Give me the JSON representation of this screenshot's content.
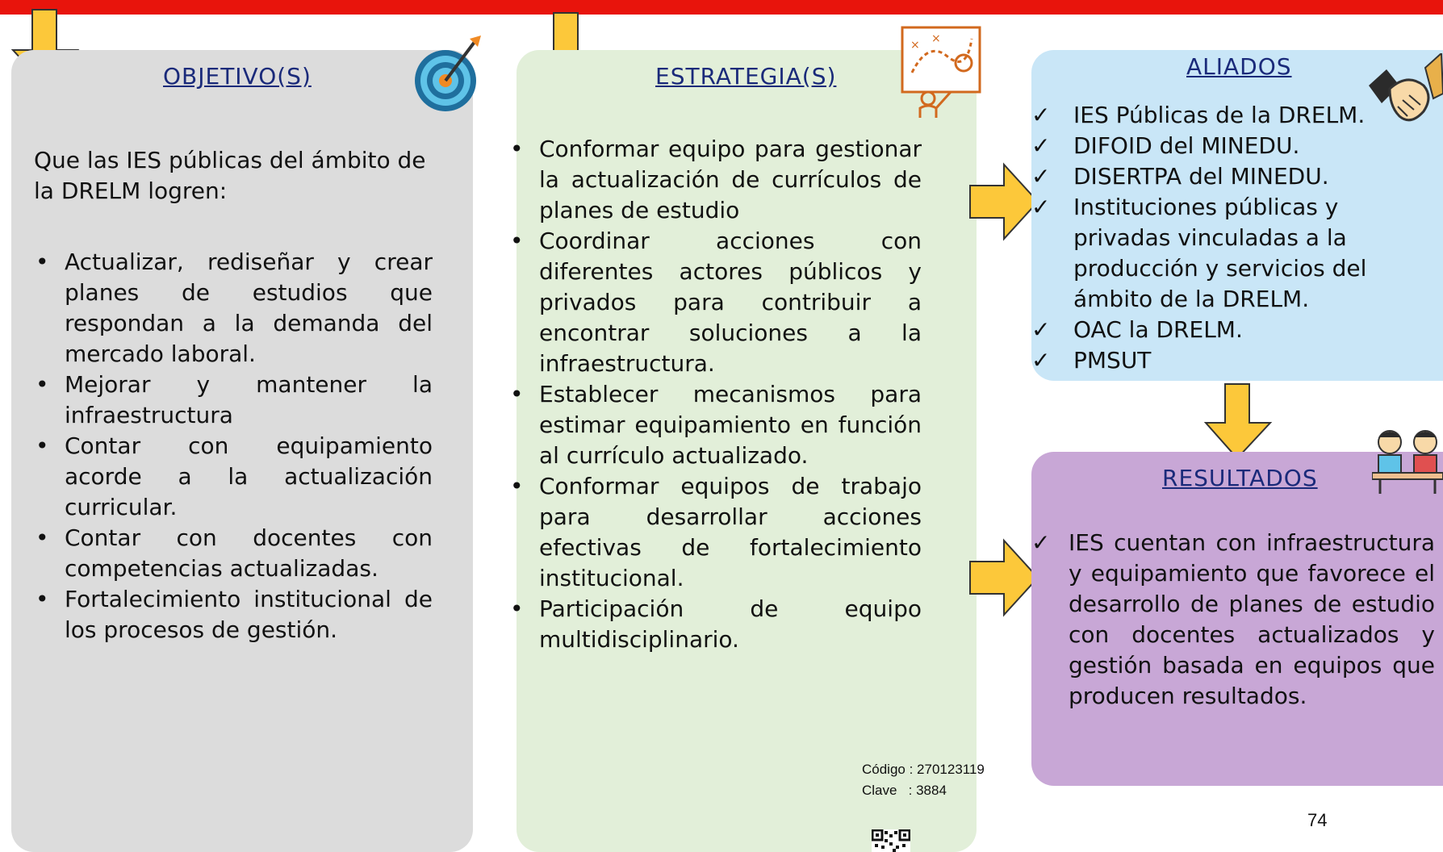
{
  "objetivo": {
    "heading": "OBJETIVO(S)",
    "intro": "Que las IES públicas del ámbito de la DRELM logren:",
    "items": [
      "Actualizar, rediseñar y crear planes de estudios que respondan a la demanda del mercado laboral.",
      "Mejorar y mantener la infraestructura",
      "Contar con equipamiento acorde a la actualización curricular.",
      "Contar con docentes con competencias actualizadas.",
      "Fortalecimiento institucional de los procesos de gestión."
    ]
  },
  "estrategia": {
    "heading": "ESTRATEGIA(S)",
    "items": [
      "Conformar equipo para gestionar la actualización de currículos de planes de estudio",
      "Coordinar acciones con diferentes actores públicos y privados para contribuir a encontrar soluciones a la infraestructura.",
      "Establecer mecanismos para estimar equipamiento en función al currículo actualizado.",
      "Conformar equipos de trabajo para desarrollar acciones efectivas de fortalecimiento institucional.",
      "Participación de equipo multidisciplinario."
    ]
  },
  "aliados": {
    "heading": "ALIADOS",
    "items": [
      "IES Públicas de la DRELM.",
      "DIFOID del MINEDU.",
      "DISERTPA del MINEDU.",
      "Instituciones públicas y privadas vinculadas a la producción y servicios del ámbito de la DRELM.",
      "OAC la DRELM.",
      "PMSUT"
    ]
  },
  "resultados": {
    "heading": "RESULTADOS",
    "items": [
      "IES cuentan con infraestructura y equipamiento que favorece el desarrollo de planes de estudio con docentes actualizados y gestión basada en equipos que producen resultados."
    ]
  },
  "footer": {
    "codigo": "Código : 270123119",
    "clave": "Clave   : 3884",
    "page_number": "74"
  },
  "colors": {
    "top_bar": "#e8140c",
    "arrow_fill": "#fcc83a",
    "arrow_stroke": "#333333",
    "objetivo_bg": "#dcdcdc",
    "estrategia_bg": "#e2efd9",
    "aliados_bg": "#c9e6f7",
    "resultados_bg": "#c8a7d6"
  },
  "icons": [
    "target-icon",
    "strategy-board-icon",
    "handshake-icon",
    "students-icon",
    "qr-code-icon"
  ]
}
